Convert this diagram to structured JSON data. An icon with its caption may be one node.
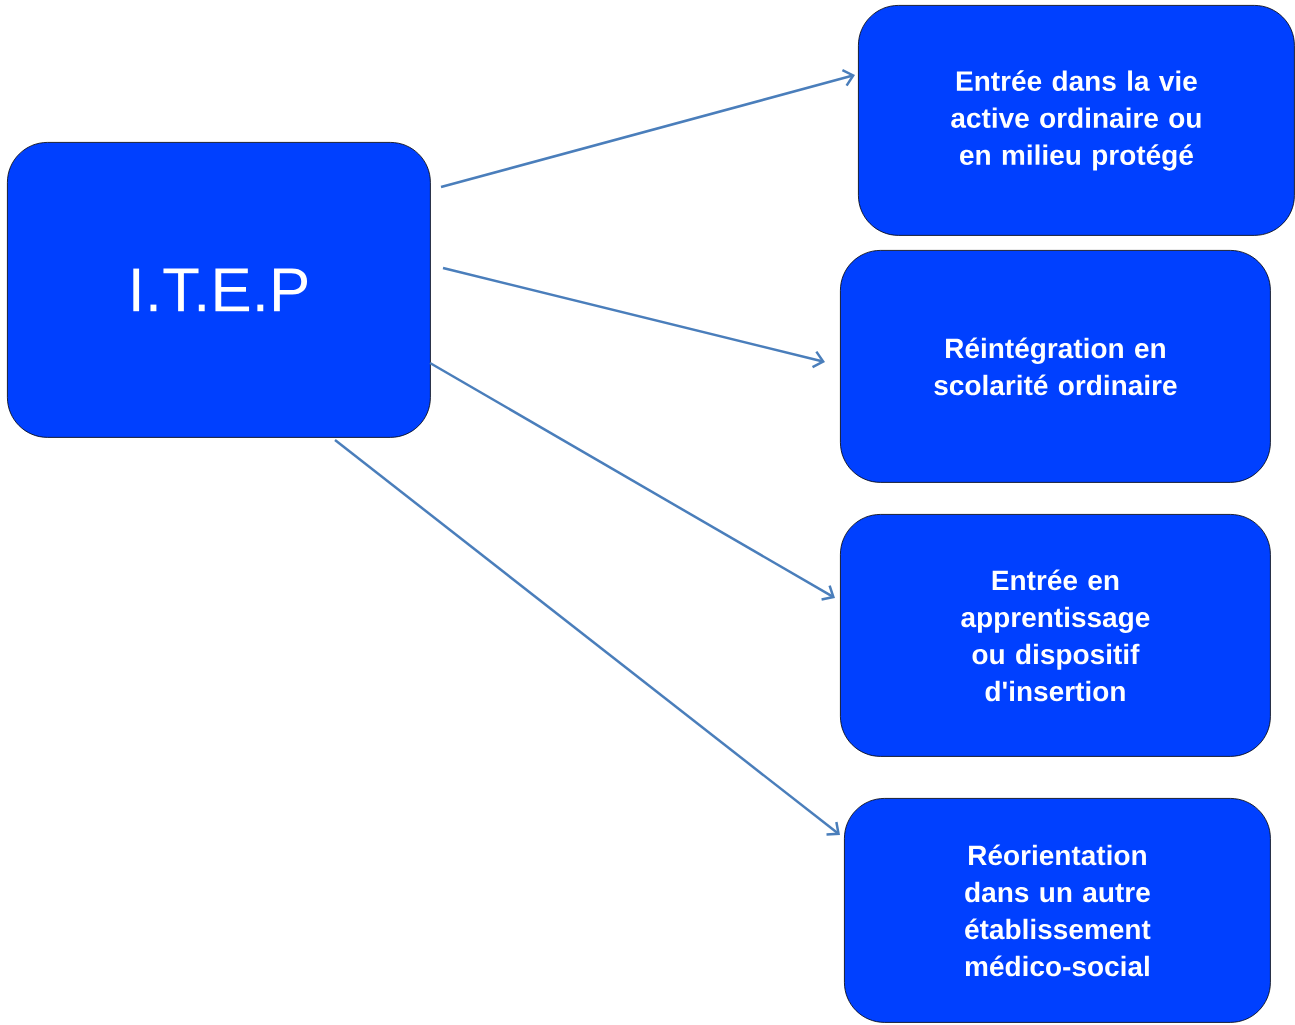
{
  "diagram": {
    "nodes": [
      {
        "text": [
          "I.T.E.P"
        ]
      },
      {
        "text": [
          "Entrée dans la vie active ordinaire ou en milieu protégé"
        ]
      },
      {
        "text": [
          "Réintégration en scolarité ordinaire"
        ]
      },
      {
        "text": [
          "Entrée en apprentissage ou dispositif d'insertion"
        ]
      },
      {
        "text": [
          "Réorientation dans un autre établissement médico-social"
        ]
      }
    ],
    "edges": [
      {
        "from": 0,
        "to": 1,
        "arrow": "to"
      },
      {
        "from": 0,
        "to": 2,
        "arrow": "to"
      },
      {
        "from": 0,
        "to": 3,
        "arrow": "to"
      },
      {
        "from": 0,
        "to": 4,
        "arrow": "to"
      }
    ]
  }
}
